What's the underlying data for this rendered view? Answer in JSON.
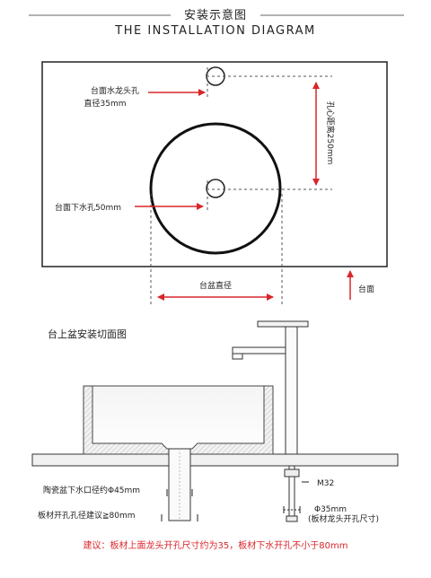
{
  "header": {
    "title_cn": "安装示意图",
    "title_en": "THE INSTALLATION DIAGRAM"
  },
  "top_view": {
    "faucet_hole_label_line1": "台面水龙头孔",
    "faucet_hole_label_line2": "直径35mm",
    "drain_hole_label": "台面下水孔50mm",
    "hole_distance_label": "孔心距离250mm",
    "basin_diameter_label": "台盆直径",
    "countertop_label": "台面"
  },
  "section_view": {
    "title": "台上盆安装切面图",
    "drain_outlet_label": "陶瓷盆下水口径约Φ45mm",
    "board_hole_label": "板材开孔孔径建议≧80mm",
    "thread_label": "M32",
    "faucet_hole_label_line1": "Φ35mm",
    "faucet_hole_label_line2": "(板材龙头开孔尺寸)"
  },
  "footer": {
    "advice": "建议：板材上面龙头开孔尺寸约为35，板材下水开孔不小于80mm"
  },
  "colors": {
    "accent_red": "#d9262b",
    "line_dark": "#222222",
    "dash_gray": "#555555"
  }
}
